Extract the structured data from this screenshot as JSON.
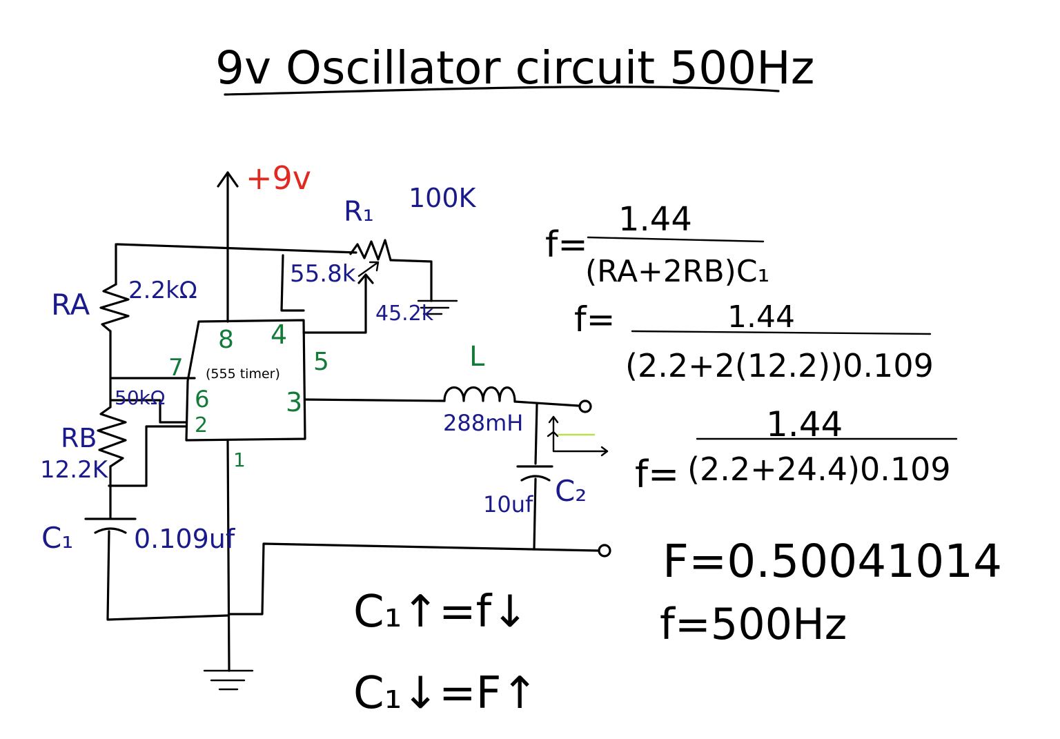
{
  "title": "9v Oscillator circuit 500Hz",
  "colors": {
    "ink": "#000000",
    "label": "#1a1a8c",
    "pin": "#137a3a",
    "supply": "#e02a1f",
    "waveform": "#b8e04a"
  },
  "circuit": {
    "supply": "+9v",
    "r1": "R₁",
    "r1_value": "100K",
    "r1_split_a": "55.8k",
    "r1_split_b": "45.2k",
    "ra": "RA",
    "ra_value": "2.2kΩ",
    "rb": "RB",
    "rb_value": "12.2K",
    "pot": "50kΩ",
    "c1": "C₁",
    "c1_value": "0.109uf",
    "chip": "(555 timer)",
    "pins": {
      "p8": "8",
      "p4": "4",
      "p7": "7",
      "p6": "6",
      "p2": "2",
      "p5": "5",
      "p3": "3",
      "p1": "1"
    },
    "inductor": "L",
    "inductor_value": "288mH",
    "c2": "C₂",
    "c2_value": "10uf"
  },
  "equations": {
    "eq1_lhs": "f=",
    "eq1_num": "1.44",
    "eq1_den": "(RA+2RB)C₁",
    "eq2_lhs": "f=",
    "eq2_num": "1.44",
    "eq2_den": "(2.2+2(12.2))0.109",
    "eq3_num": "1.44",
    "eq3_lhs": "f=",
    "eq3_den": "(2.2+24.4)0.109",
    "result1": "F=0.50041014",
    "result2": "f=500Hz"
  },
  "notes": {
    "rule1": "C₁↑=f↓",
    "rule2": "C₁↓=F↑"
  }
}
